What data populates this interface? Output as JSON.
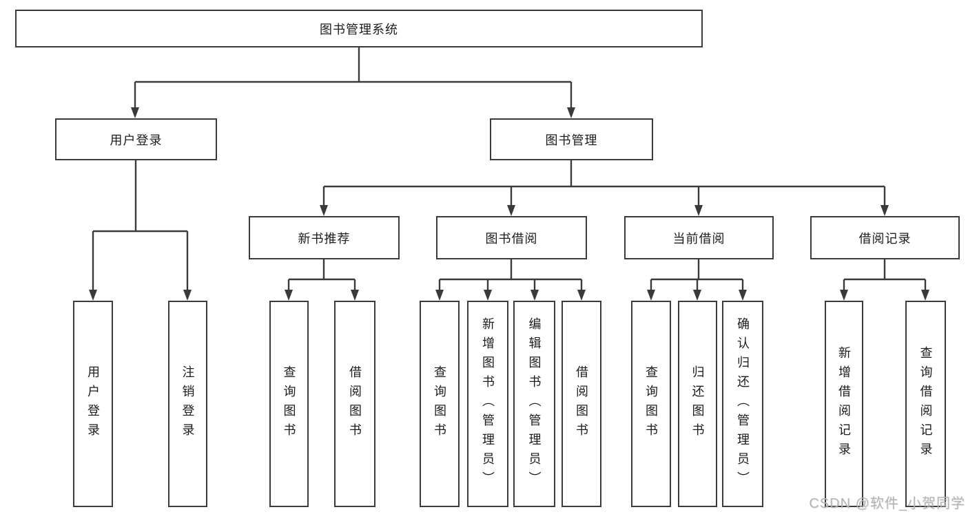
{
  "diagram": {
    "root_label": "图书管理系统",
    "branches": [
      {
        "label": "用户登录",
        "children": [
          {
            "label": "用户登录"
          },
          {
            "label": "注销登录"
          }
        ]
      },
      {
        "label": "图书管理",
        "children": [
          {
            "label": "新书推荐",
            "children": [
              {
                "label": "查询图书"
              },
              {
                "label": "借阅图书"
              }
            ]
          },
          {
            "label": "图书借阅",
            "children": [
              {
                "label": "查询图书"
              },
              {
                "label": "新增图书（管理员）"
              },
              {
                "label": "编辑图书（管理员）"
              },
              {
                "label": "借阅图书"
              }
            ]
          },
          {
            "label": "当前借阅",
            "children": [
              {
                "label": "查询图书"
              },
              {
                "label": "归还图书"
              },
              {
                "label": "确认归还（管理员）"
              }
            ]
          },
          {
            "label": "借阅记录",
            "children": [
              {
                "label": "新增借阅记录"
              },
              {
                "label": "查询借阅记录"
              }
            ]
          }
        ]
      }
    ]
  },
  "watermark": "CSDN @软件_小贺同学",
  "colors": {
    "line": "#3a3a3a",
    "text": "#1c1c1c",
    "watermark": "#b4b4b4",
    "background": "#ffffff"
  }
}
